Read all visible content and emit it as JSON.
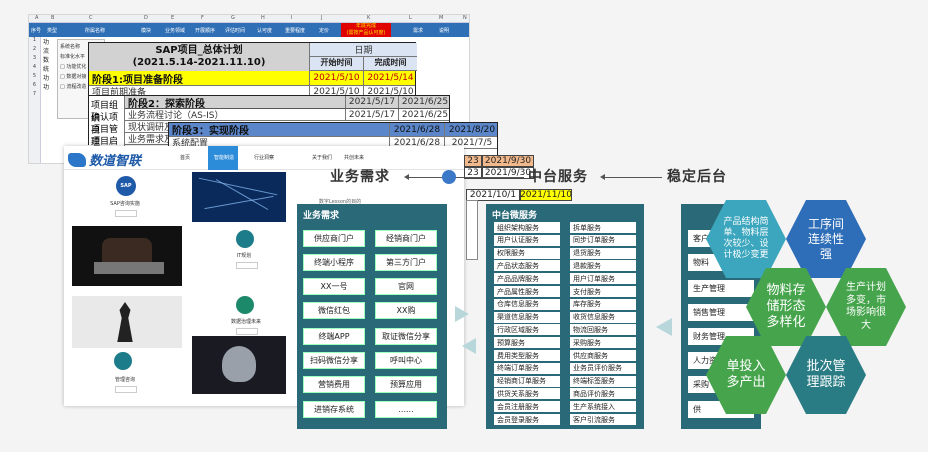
{
  "sheet": {
    "col_letters": [
      "A",
      "B",
      "C",
      "D",
      "E",
      "F",
      "G",
      "H",
      "I",
      "J",
      "K",
      "L",
      "M",
      "N"
    ],
    "header_cells": [
      "序号",
      "类型",
      "所属名称",
      "模块",
      "业务领域",
      "开展顺序",
      "评估时间",
      "认可度",
      "重要程度",
      "定价",
      "需求",
      "说明"
    ],
    "red_cell": [
      "年底完成",
      "(需按产品认可度)"
    ],
    "row_numbers": [
      "1",
      "2",
      "3",
      "4",
      "5",
      "6",
      "7"
    ],
    "left_strip": [
      "功",
      "流",
      "数",
      "统",
      "功",
      "功"
    ],
    "mini_form": [
      "系统名称",
      "标准化水平",
      "□ 功能优化",
      "□ 数据对接",
      "□ 流程改造"
    ]
  },
  "table1": {
    "title": "SAP项目_总体计划",
    "range": "(2021.5.14-2021.11.10)",
    "date_head": "日期",
    "start_head": "开始时间",
    "end_head": "完成时间",
    "rows": [
      {
        "label": "阶段1:项目准备阶段",
        "start": "2021/5/10",
        "end": "2021/5/14"
      },
      {
        "label": "项目前期准备",
        "start": "2021/5/10",
        "end": "2021/5/10"
      }
    ]
  },
  "table2": {
    "rows": [
      {
        "label": "阶段2：探索阶段",
        "start": "2021/5/17",
        "end": "2021/6/25"
      },
      {
        "label": "业务流程讨论（AS-IS）",
        "start": "2021/5/17",
        "end": "2021/6/25"
      },
      {
        "label": "现状调研及",
        "start": "",
        "end": ""
      },
      {
        "label": "业务需求及",
        "start": "",
        "end": ""
      }
    ],
    "left_labels": [
      "项目组织",
      "确认项目",
      "项目管理",
      "项目启动"
    ]
  },
  "table3": {
    "rows": [
      {
        "label": "阶段3：实现阶段",
        "start": "2021/6/28",
        "end": "2021/8/20"
      },
      {
        "label": "系统配置",
        "start": "2021/6/28",
        "end": "2021/7/5"
      }
    ]
  },
  "site": {
    "logo": "数道智联",
    "nav": [
      "首页",
      "智能制造",
      "行业洞察",
      "关于我们",
      "共创未来"
    ],
    "cards": [
      "SAP咨询实施",
      "IT规划",
      "数据治理未来",
      "管理咨询"
    ],
    "badge_text": "SAP",
    "center_caption": "数字Lesson的目的"
  },
  "float_dates": [
    "23",
    "2021/9/30",
    "23",
    "2021/9/30",
    "2021/10/1",
    "2021/11/10"
  ],
  "headings": {
    "biz": "业务需求",
    "mid": "中台服务",
    "back": "稳定后台"
  },
  "biz": {
    "title": "业务需求",
    "items": [
      "供应商门户",
      "经销商门户",
      "终端小程序",
      "第三方门户",
      "XX一号",
      "官网",
      "微信红包",
      "XX购",
      "终端APP",
      "取证微信分享",
      "扫码微信分享",
      "呼叫中心",
      "营销费用",
      "预算应用",
      "进销存系统",
      "......"
    ]
  },
  "mid": {
    "title": "中台微服务",
    "left_col": [
      "组织架构服务",
      "用户认证服务",
      "权限服务",
      "产品状态服务",
      "产品品牌服务",
      "产品属性服务",
      "仓库信息服务",
      "渠道信息服务",
      "行政区域服务",
      "预算服务",
      "费用类型服务",
      "终端订单服务",
      "经销商订单服务",
      "供货关系服务",
      "会员注册服务",
      "会员登录服务"
    ],
    "right_col": [
      "拆单服务",
      "同步订单服务",
      "退货服务",
      "退款服务",
      "用户订单服务",
      "支付服务",
      "库存服务",
      "收货信息服务",
      "物流回服务",
      "采购服务",
      "供应商服务",
      "业务员评价服务",
      "终端标签服务",
      "商品评价服务",
      "生产系统接入",
      "客户引流服务"
    ]
  },
  "back": {
    "items": [
      "客户",
      "物料",
      "生产管理",
      "销售管理",
      "财务管理",
      "人力资",
      "采购",
      "供"
    ]
  },
  "hexes": [
    {
      "lines": [
        "产品结构简",
        "单、物料层",
        "次较少、设",
        "计极少变更"
      ],
      "color": "#3ba6bd"
    },
    {
      "lines": [
        "工序间",
        "连续性",
        "强"
      ],
      "color": "#2e6db7"
    },
    {
      "lines": [
        "物料存",
        "储形态",
        "多样化"
      ],
      "color": "#46a44c"
    },
    {
      "lines": [
        "生产计划",
        "多变，市",
        "场影响很",
        "大"
      ],
      "color": "#46a44c"
    },
    {
      "lines": [
        "单投入",
        "多产出"
      ],
      "color": "#46a44c"
    },
    {
      "lines": [
        "批次管",
        "理跟踪"
      ],
      "color": "#2a7c84"
    }
  ]
}
